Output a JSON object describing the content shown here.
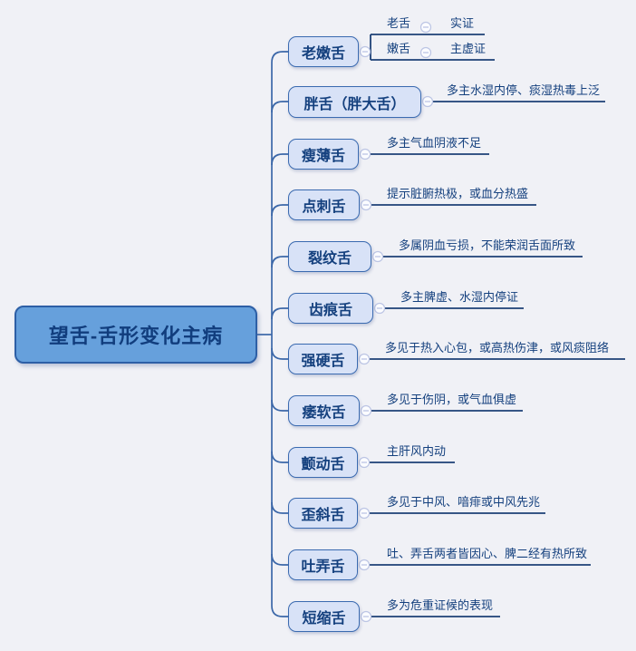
{
  "map": {
    "root": {
      "label": "望舌-舌形变化主病"
    },
    "branches": [
      {
        "label": "老嫩舌",
        "children": [
          {
            "label": "老舌",
            "children": [
              {
                "label": "实证"
              }
            ]
          },
          {
            "label": "嫩舌",
            "children": [
              {
                "label": "主虚证"
              }
            ]
          }
        ]
      },
      {
        "label": "胖舌（胖大舌）",
        "note": "多主水湿内停、痰湿热毒上泛"
      },
      {
        "label": "瘦薄舌",
        "note": "多主气血阴液不足"
      },
      {
        "label": "点刺舌",
        "note": "提示脏腑热极，或血分热盛"
      },
      {
        "label": "裂纹舌",
        "note": "多属阴血亏损，不能荣润舌面所致"
      },
      {
        "label": "齿痕舌",
        "note": "多主脾虚、水湿内停证"
      },
      {
        "label": "强硬舌",
        "note": "多见于热入心包，或高热伤津，或风痰阻络"
      },
      {
        "label": "痿软舌",
        "note": "多见于伤阴，或气血俱虚"
      },
      {
        "label": "颤动舌",
        "note": "主肝风内动"
      },
      {
        "label": "歪斜舌",
        "note": "多见于中风、喑痱或中风先兆"
      },
      {
        "label": "吐弄舌",
        "note": "吐、弄舌两者皆因心、脾二经有热所致"
      },
      {
        "label": "短缩舌",
        "note": "多为危重证候的表现"
      }
    ],
    "icons": {
      "collapse": "⊖"
    },
    "colors": {
      "background": "#f0f1f6",
      "root_fill": "#66a0dc",
      "root_border": "#2d5fa6",
      "branch_fill": "#d8e2f7",
      "branch_border": "#3a6ab0",
      "text": "#14407e",
      "connector": "#3b67a8",
      "underline": "#1d4076"
    }
  }
}
